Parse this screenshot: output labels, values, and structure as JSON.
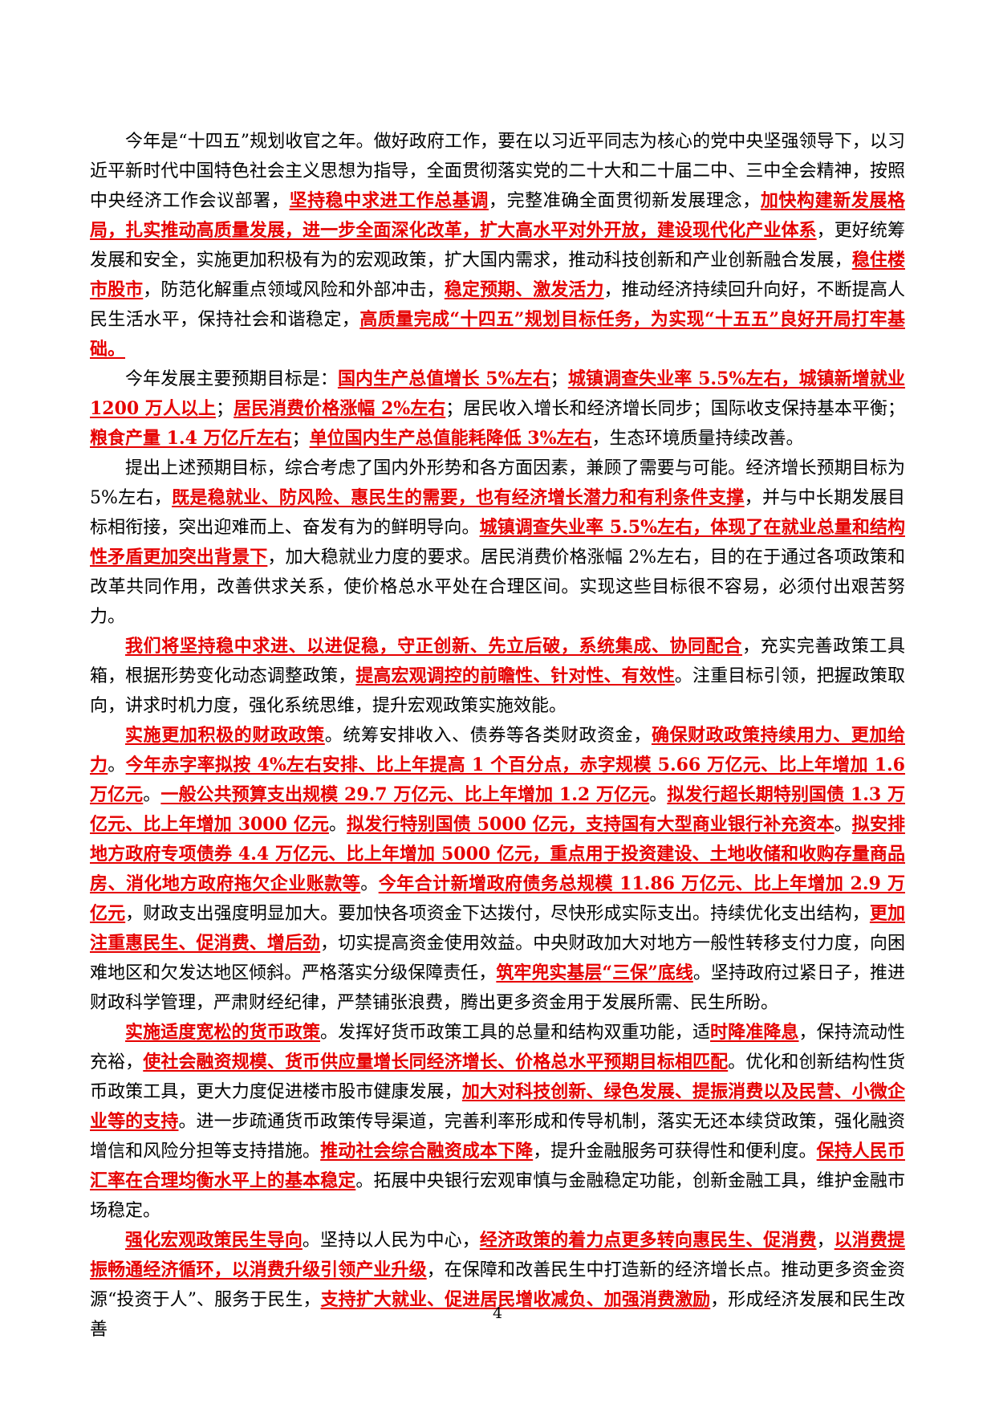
{
  "highlight_color": "#e60000",
  "page": {
    "number": "4"
  },
  "paragraphs": [
    {
      "segments": [
        {
          "text": "今年是“十四五”规划收官之年。做好政府工作，要在以习近平同志为核心的党中央坚强领导下，以习近平新时代中国特色社会主义思想为指导，全面贯彻落实党的二十大和二十届二中、三中全会精神，按照中央经济工作会议部署，",
          "highlight": false
        },
        {
          "text": "坚持稳中求进工作总基调",
          "highlight": true
        },
        {
          "text": "，完整准确全面贯彻新发展理念，",
          "highlight": false
        },
        {
          "text": "加快构建新发展格局，扎实推动高质量发展，进一步全面深化改革，扩大高水平对外开放，建设现代化产业体系",
          "highlight": true
        },
        {
          "text": "，更好统筹发展和安全，实施更加积极有为的宏观政策，扩大国内需求，推动科技创新和产业创新融合发展，",
          "highlight": false
        },
        {
          "text": "稳住楼市股市",
          "highlight": true
        },
        {
          "text": "，防范化解重点领域风险和外部冲击，",
          "highlight": false
        },
        {
          "text": "稳定预期、激发活力",
          "highlight": true
        },
        {
          "text": "，推动经济持续回升向好，不断提高人民生活水平，保持社会和谐稳定，",
          "highlight": false
        },
        {
          "text": "高质量完成“十四五”规划目标任务，为实现“十五五”良好开局打牢基础。",
          "highlight": true
        }
      ]
    },
    {
      "segments": [
        {
          "text": "今年发展主要预期目标是：",
          "highlight": false
        },
        {
          "text": "国内生产总值增长 5%左右",
          "highlight": true
        },
        {
          "text": "；",
          "highlight": false
        },
        {
          "text": "城镇调查失业率 5.5%左右，城镇新增就业 1200 万人以上",
          "highlight": true
        },
        {
          "text": "；",
          "highlight": false
        },
        {
          "text": "居民消费价格涨幅 2%左右",
          "highlight": true
        },
        {
          "text": "；居民收入增长和经济增长同步；国际收支保持基本平衡；",
          "highlight": false
        },
        {
          "text": "粮食产量 1.4 万亿斤左右",
          "highlight": true
        },
        {
          "text": "；",
          "highlight": false
        },
        {
          "text": "单位国内生产总值能耗降低 3%左右",
          "highlight": true
        },
        {
          "text": "，生态环境质量持续改善。",
          "highlight": false
        }
      ]
    },
    {
      "segments": [
        {
          "text": "提出上述预期目标，综合考虑了国内外形势和各方面因素，兼顾了需要与可能。经济增长预期目标为 5%左右，",
          "highlight": false
        },
        {
          "text": "既是稳就业、防风险、惠民生的需要，也有经济增长潜力和有利条件支撑",
          "highlight": true
        },
        {
          "text": "，并与中长期发展目标相衔接，突出迎难而上、奋发有为的鲜明导向。",
          "highlight": false
        },
        {
          "text": "城镇调查失业率 5.5%左右，体现了在就业总量和结构性矛盾更加突出背景下",
          "highlight": true
        },
        {
          "text": "，加大稳就业力度的要求。居民消费价格涨幅 2%左右，目的在于通过各项政策和改革共同作用，改善供求关系，使价格总水平处在合理区间。实现这些目标很不容易，必须付出艰苦努力。",
          "highlight": false
        }
      ]
    },
    {
      "segments": [
        {
          "text": "我们将坚持稳中求进、以进促稳，守正创新、先立后破，系统集成、协同配合",
          "highlight": true
        },
        {
          "text": "，充实完善政策工具箱，根据形势变化动态调整政策，",
          "highlight": false
        },
        {
          "text": "提高宏观调控的前瞻性、针对性、有效性",
          "highlight": true
        },
        {
          "text": "。注重目标引领，把握政策取向，讲求时机力度，强化系统思维，提升宏观政策实施效能。",
          "highlight": false
        }
      ]
    },
    {
      "segments": [
        {
          "text": "实施更加积极的财政政策",
          "highlight": true
        },
        {
          "text": "。统筹安排收入、债券等各类财政资金，",
          "highlight": false
        },
        {
          "text": "确保财政政策持续用力、更加给力",
          "highlight": true
        },
        {
          "text": "。",
          "highlight": false
        },
        {
          "text": "今年赤字率拟按 4%左右安排、比上年提高 1 个百分点，赤字规模 5.66 万亿元、比上年增加 1.6 万亿元",
          "highlight": true
        },
        {
          "text": "。",
          "highlight": false
        },
        {
          "text": "一般公共预算支出规模 29.7 万亿元、比上年增加 1.2 万亿元",
          "highlight": true
        },
        {
          "text": "。",
          "highlight": false
        },
        {
          "text": "拟发行超长期特别国债 1.3 万亿元、比上年增加 3000 亿元",
          "highlight": true
        },
        {
          "text": "。",
          "highlight": false
        },
        {
          "text": "拟发行特别国债 5000 亿元，支持国有大型商业银行补充资本",
          "highlight": true
        },
        {
          "text": "。",
          "highlight": false
        },
        {
          "text": "拟安排地方政府专项债券 4.4 万亿元、比上年增加 5000 亿元，重点用于投资建设、土地收储和收购存量商品房、消化地方政府拖欠企业账款等",
          "highlight": true
        },
        {
          "text": "。",
          "highlight": false
        },
        {
          "text": "今年合计新增政府债务总规模 11.86 万亿元、比上年增加 2.9 万亿元",
          "highlight": true
        },
        {
          "text": "，财政支出强度明显加大。要加快各项资金下达拨付，尽快形成实际支出。持续优化支出结构，",
          "highlight": false
        },
        {
          "text": "更加注重惠民生、促消费、增后劲",
          "highlight": true
        },
        {
          "text": "，切实提高资金使用效益。中央财政加大对地方一般性转移支付力度，向困难地区和欠发达地区倾斜。严格落实分级保障责任，",
          "highlight": false
        },
        {
          "text": "筑牢兜实基层“三保”底线",
          "highlight": true
        },
        {
          "text": "。坚持政府过紧日子，推进财政科学管理，严肃财经纪律，严禁铺张浪费，腾出更多资金用于发展所需、民生所盼。",
          "highlight": false
        }
      ]
    },
    {
      "segments": [
        {
          "text": "实施适度宽松的货币政策",
          "highlight": true
        },
        {
          "text": "。发挥好货币政策工具的总量和结构双重功能，适",
          "highlight": false
        },
        {
          "text": "时降准降息",
          "highlight": true
        },
        {
          "text": "，保持流动性充裕，",
          "highlight": false
        },
        {
          "text": "使社会融资规模、货币供应量增长同经济增长、价格总水平预期目标相匹配",
          "highlight": true
        },
        {
          "text": "。优化和创新结构性货币政策工具，更大力度促进楼市股市健康发展，",
          "highlight": false
        },
        {
          "text": "加大对科技创新、绿色发展、提振消费以及民营、小微企业等的支持",
          "highlight": true
        },
        {
          "text": "。进一步疏通货币政策传导渠道，完善利率形成和传导机制，落实无还本续贷政策，强化融资增信和风险分担等支持措施。",
          "highlight": false
        },
        {
          "text": "推动社会综合融资成本下降",
          "highlight": true
        },
        {
          "text": "，提升金融服务可获得性和便利度。",
          "highlight": false
        },
        {
          "text": "保持人民币汇率在合理均衡水平上的基本稳定",
          "highlight": true
        },
        {
          "text": "。拓展中央银行宏观审慎与金融稳定功能，创新金融工具，维护金融市场稳定。",
          "highlight": false
        }
      ]
    },
    {
      "segments": [
        {
          "text": "强化宏观政策民生导向",
          "highlight": true
        },
        {
          "text": "。坚持以人民为中心，",
          "highlight": false
        },
        {
          "text": "经济政策的着力点更多转向惠民生、促消费",
          "highlight": true
        },
        {
          "text": "，",
          "highlight": false
        },
        {
          "text": "以消费提振畅通经济循环，以消费升级引领产业升级",
          "highlight": true
        },
        {
          "text": "，在保障和改善民生中打造新的经济增长点。推动更多资金资源“投资于人”、服务于民生，",
          "highlight": false
        },
        {
          "text": "支持扩大就业、促进居民增收减负、加强消费激励",
          "highlight": true
        },
        {
          "text": "，形成经济发展和民生改善",
          "highlight": false
        }
      ]
    }
  ]
}
